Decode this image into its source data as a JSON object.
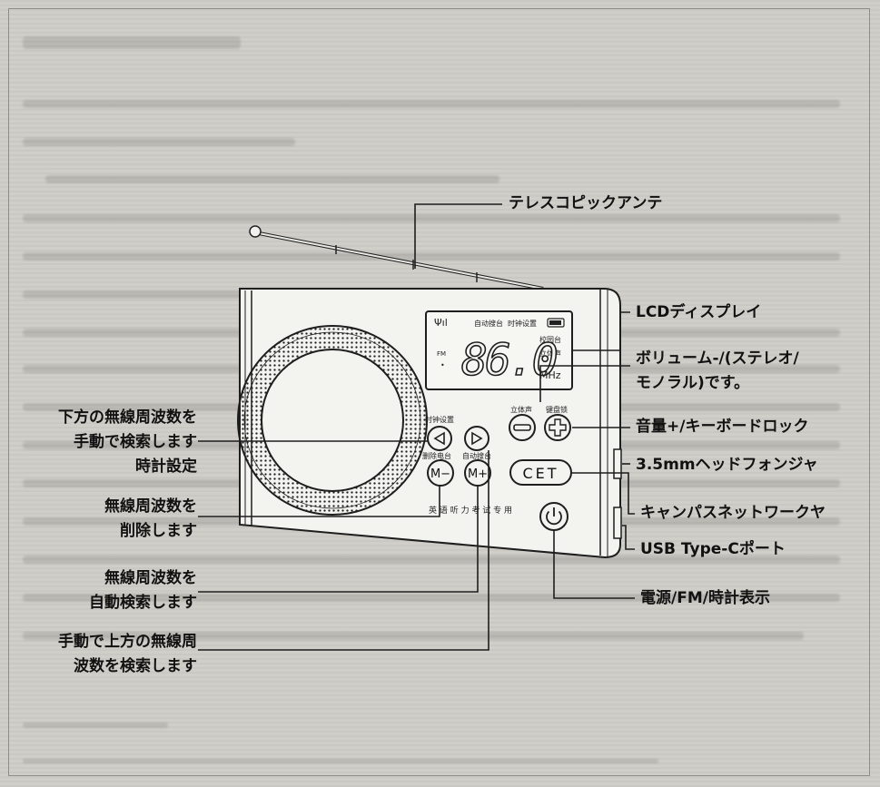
{
  "labels": {
    "antenna": "テレスコピックアンテ",
    "lcd": "LCDディスプレイ",
    "volume_minus_1": "ボリューム-/(ステレオ/",
    "volume_minus_2": "モノラル)です。",
    "volume_plus": "音量+/キーボードロック",
    "headphone": "3.5mmヘッドフォンジャ",
    "cet": "キャンパスネットワークヤ",
    "usb": "USB Type-Cポート",
    "power": "電源/FM/時計表示",
    "search_down_1": "下方の無線周波数を",
    "search_down_2": "手動で検索します",
    "search_down_3": "時計設定",
    "delete_1": "無線周波数を",
    "delete_2": "削除します",
    "auto_1": "無線周波数を",
    "auto_2": "自動検索します",
    "search_up_1": "手動で上方の無線周",
    "search_up_2": "波数を検索します"
  },
  "device": {
    "display_value": "86.0",
    "display_unit": "MHz",
    "lcd_top_1": "自动搜台",
    "lcd_top_2": "时钟设置",
    "lcd_side_1": "校园台",
    "lcd_side_2": "立体声",
    "lcd_fm": "FM",
    "btn_label_clock": "时钟设置",
    "btn_label_delete": "删除电台",
    "btn_label_auto": "自动搜台",
    "btn_label_stereo": "立体声",
    "btn_label_lock": "键盘锁",
    "btn_cet": "CET",
    "btn_m_minus": "M−",
    "btn_m_plus": "M+",
    "tagline": "英 语 听 力 考 试 专 用"
  }
}
